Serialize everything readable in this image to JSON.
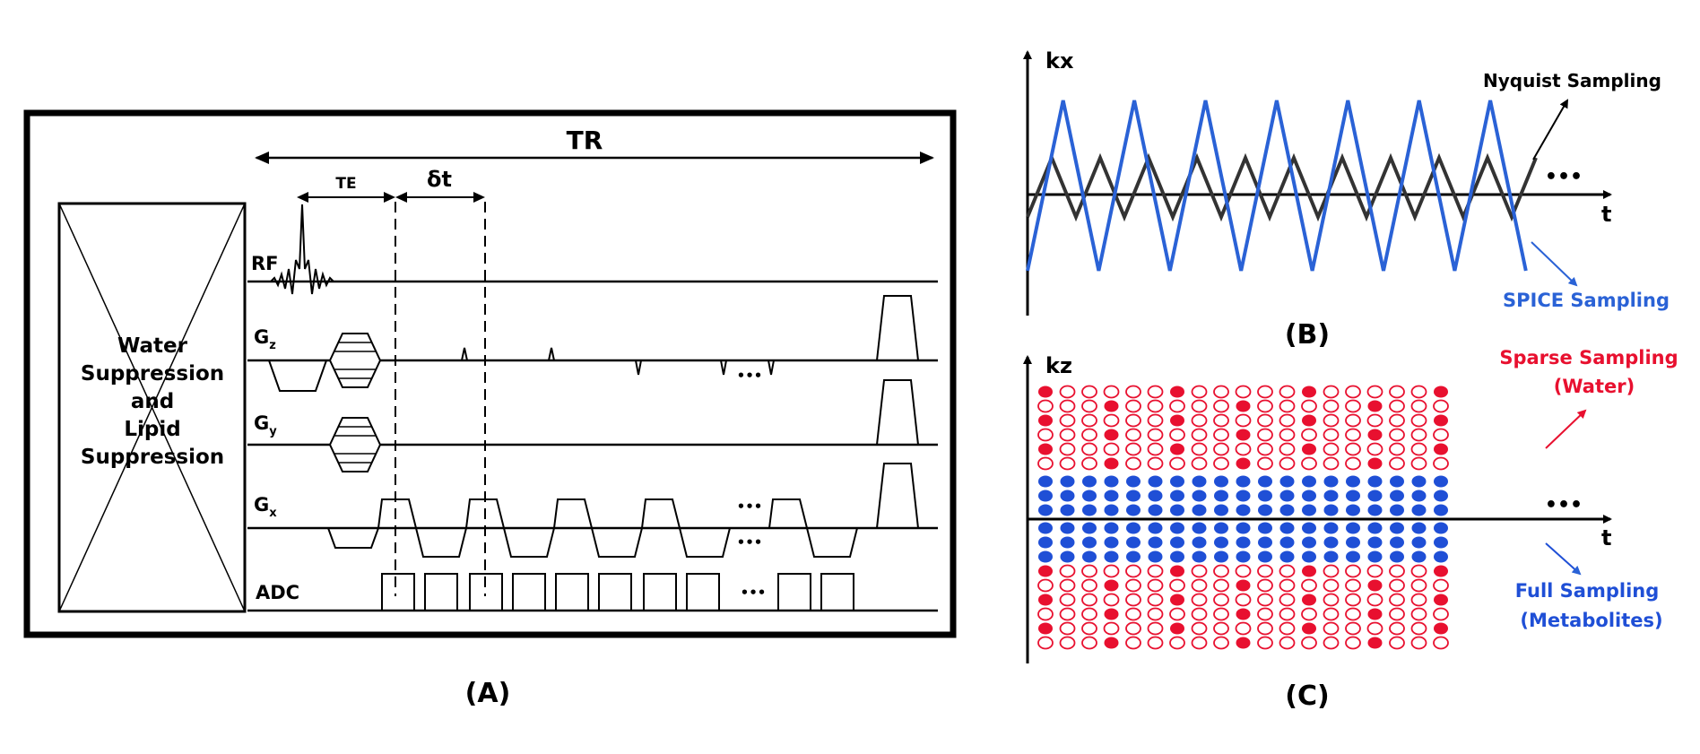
{
  "panel_a": {
    "caption": "(A)",
    "box_label_lines": [
      "Water",
      "Suppression",
      "and",
      "Lipid",
      "Suppression"
    ],
    "tr": "TR",
    "te": "TE",
    "dt": "δt",
    "rows": {
      "rf": "RF",
      "gz_main": "G",
      "gz_sub": "z",
      "gy_main": "G",
      "gy_sub": "y",
      "gx_main": "G",
      "gx_sub": "x",
      "adc": "ADC"
    },
    "ellipsis": "•••"
  },
  "panel_b": {
    "caption": "(B)",
    "y_axis": "kx",
    "x_axis": "t",
    "nyquist_label": "Nyquist Sampling",
    "spice_label": "SPICE Sampling",
    "ellipsis": "•••",
    "colors": {
      "nyquist": "#333333",
      "spice": "#2a62d6"
    }
  },
  "panel_c": {
    "caption": "(C)",
    "y_axis": "kz",
    "x_axis": "t",
    "sparse_label_1": "Sparse Sampling",
    "sparse_label_2": "(Water)",
    "full_label_1": "Full Sampling",
    "full_label_2": "(Metabolites)",
    "ellipsis": "•••",
    "colors": {
      "sparse": "#e8102f",
      "full": "#1f4fd6"
    }
  }
}
